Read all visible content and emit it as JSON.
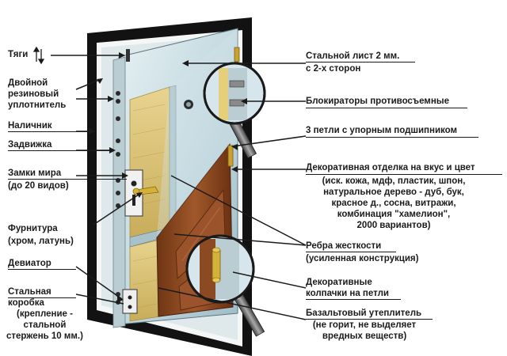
{
  "labels_left": {
    "tyagi": "Тяги",
    "double_seal": "Двойной\nрезиновый\nуплотнитель",
    "nalichnik": "Наличник",
    "zadvizhka": "Задвижка",
    "locks": "Замки мира",
    "locks_note": "(до 20 видов)",
    "furnitura": "Фурнитура",
    "furnitura_note": "(хром, латунь)",
    "deviator": "Девиатор",
    "steel_box": "Стальная\nкоробка",
    "steel_box_note": "(крепление -\nстальной\nстержень 10 мм.)"
  },
  "labels_right": {
    "steel_sheet": "Стальной лист 2 мм.",
    "steel_sheet_note": "с 2-х сторон",
    "blockers": "Блокираторы противосъемные",
    "hinges": "3 петли с упорным подшипником",
    "decor_finish": "Декоративная отделка на вкус и цвет",
    "decor_finish_note": "(иск. кожа, мдф, пластик, шпон,\nнатуральное дерево - дуб, бук,\nкрасное д., сосна, витражи,\nкомбинация \"хамелион\",\n2000 вариантов)",
    "ribs": "Ребра жесткости",
    "ribs_note": "(усиленная конструкция)",
    "caps": "Декоративные\nколпачки на петли",
    "basalt": "Базальтовый утеплитель",
    "basalt_note": "(не горит, не выделяет\nвредных веществ)"
  },
  "icons": {
    "tyagi_arrows": "up-down-arrows-icon"
  },
  "colors": {
    "frame": "#111111",
    "steel": "#c9dce3",
    "insulation": "#d9c37a",
    "wood": "#8a4a22",
    "metal": "#6b6b6b",
    "text": "#1b1b1b"
  }
}
